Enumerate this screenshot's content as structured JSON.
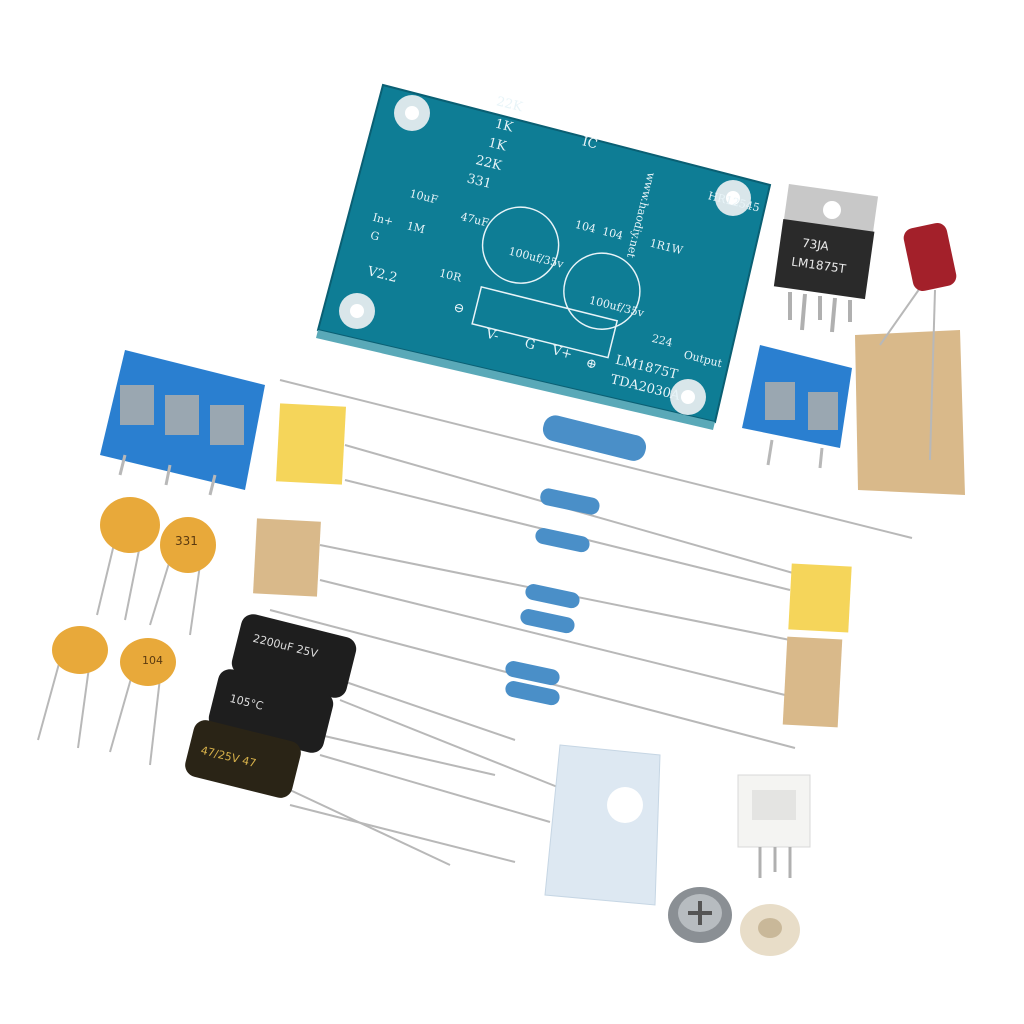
{
  "pcb": {
    "resistors": [
      "22K",
      "1K",
      "1K",
      "22K",
      "331"
    ],
    "ic_label": "IC",
    "website": "www.haodiy.net",
    "code": "HR12545",
    "r_power": "1R1W",
    "caps_small": [
      "104",
      "104"
    ],
    "cap_47": "47uF",
    "cap_10": "10uF",
    "r_1m": "1M",
    "r_10r": "10R",
    "r_224": "224",
    "big_caps": [
      "100uf/35v",
      "100uf/35v"
    ],
    "input_labels": [
      "In+",
      "G"
    ],
    "output_label": "Output",
    "version": "V2.2",
    "chip_names": [
      "LM1875T",
      "TDA2030A"
    ],
    "power_labels": [
      "V-",
      "G",
      "V+"
    ],
    "minus": "⊖",
    "plus": "⊕"
  },
  "regulator": {
    "line1": "73JA",
    "line2": "LM1875T"
  },
  "ceramic_caps": [
    "331",
    "104"
  ],
  "electrolytic_caps": [
    "2200uF 25V",
    "105°C",
    "47/25V 47"
  ],
  "colors": {
    "pcb": "#0e7d95",
    "terminal": "#2a7fd0",
    "ceramic": "#e8a93a",
    "tape_yellow": "#f5d55a",
    "tape_tan": "#d9b98a"
  }
}
